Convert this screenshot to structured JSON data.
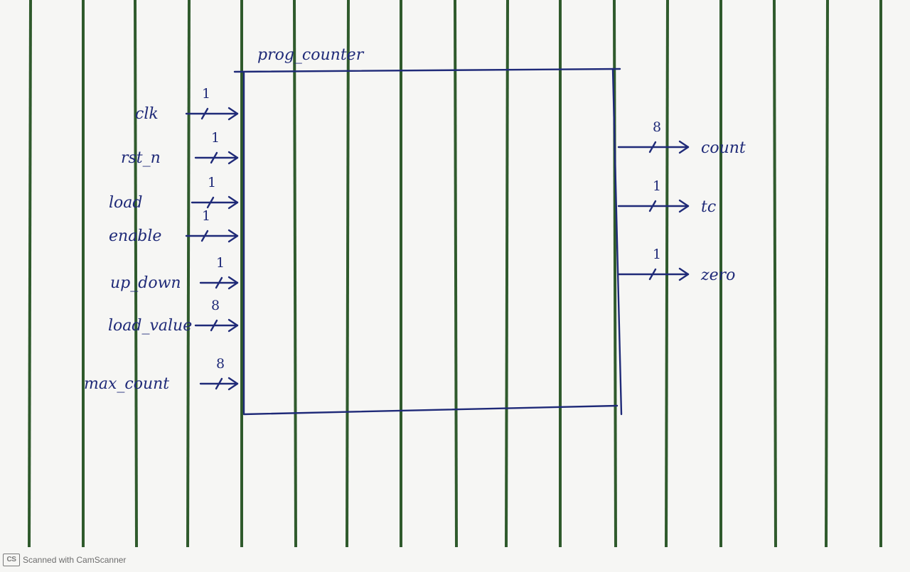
{
  "block": {
    "name": "prog_counter",
    "inputs": [
      {
        "label": "clk",
        "width": "1"
      },
      {
        "label": "rst_n",
        "width": "1"
      },
      {
        "label": "load",
        "width": "1"
      },
      {
        "label": "enable",
        "width": "1"
      },
      {
        "label": "up_down",
        "width": "1"
      },
      {
        "label": "load_value",
        "width": "8"
      },
      {
        "label": "max_count",
        "width": "8"
      }
    ],
    "outputs": [
      {
        "label": "count",
        "width": "8"
      },
      {
        "label": "tc",
        "width": "1"
      },
      {
        "label": "zero",
        "width": "1"
      }
    ]
  },
  "colors": {
    "ink": "#1f2a78",
    "rule": "#2f5a2c",
    "paper": "#f6f6f4"
  },
  "watermark": {
    "logo": "CS",
    "text": "Scanned with CamScanner"
  }
}
